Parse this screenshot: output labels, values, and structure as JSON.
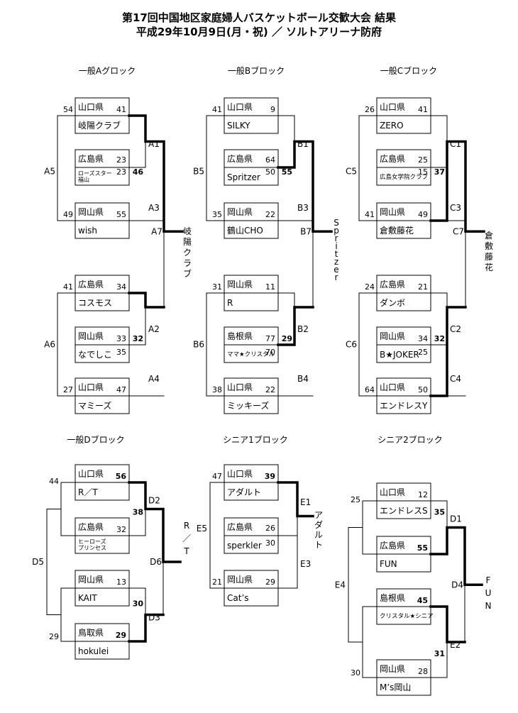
{
  "header": {
    "title": "第17回中国地区家庭婦人バスケットボール交歓大会 結果",
    "subtitle": "平成29年10月9日(月・祝) ／ ソルトアリーナ防府"
  },
  "blocks": [
    {
      "id": "A",
      "title": "一般Aグロック",
      "teams": [
        {
          "pref": "山口県",
          "name": "岐陽クラブ"
        },
        {
          "pref": "広島県",
          "name": "ローズスター\n福山",
          "small": true
        },
        {
          "pref": "岡山県",
          "name": "wish"
        },
        {
          "pref": "広島県",
          "name": "コスモス"
        },
        {
          "pref": "岡山県",
          "name": "なでしこ"
        },
        {
          "pref": "山口県",
          "name": "マミーズ"
        }
      ],
      "scores": {
        "t1_m1": "41",
        "t2_m1": "23",
        "t2_m3": "23",
        "m1_m3": "46",
        "t3_m3": "55",
        "t4_m2": "34",
        "t5_m2": "33",
        "m2_m4": "32",
        "t5_m4": "35",
        "t6_m4": "47",
        "o1": "54",
        "o2": "49",
        "o3": "41",
        "o4": "27"
      },
      "labels": {
        "m1": "A1",
        "m3": "A3",
        "m2": "A2",
        "m4": "A4",
        "l1": "A5",
        "l2": "A6",
        "f": "A7"
      },
      "champion": "岐陽クラブ"
    },
    {
      "id": "B",
      "title": "一般Bブロック",
      "teams": [
        {
          "pref": "山口県",
          "name": "SILKY"
        },
        {
          "pref": "広島県",
          "name": "Spritzer"
        },
        {
          "pref": "岡山県",
          "name": "鶴山CHO"
        },
        {
          "pref": "岡山県",
          "name": "R"
        },
        {
          "pref": "島根県",
          "name": "ママ★クリスタル",
          "small": true
        },
        {
          "pref": "山口県",
          "name": "ミッキーズ"
        }
      ],
      "scores": {
        "t1_m1": "9",
        "t2_m1": "64",
        "t2_m3": "50",
        "m1_m3": "55",
        "t3_m3": "22",
        "t4_m2": "11",
        "t5_m2": "77",
        "m2_m4": "29",
        "t5_m4": "70",
        "t6_m4": "22",
        "o1": "41",
        "o2": "35",
        "o3": "31",
        "o4": "38"
      },
      "labels": {
        "m1": "B1",
        "m3": "B3",
        "m2": "B2",
        "m4": "B4",
        "l1": "B5",
        "l2": "B6",
        "f": "B7"
      },
      "champion": "Spritzer"
    },
    {
      "id": "C",
      "title": "一般Cブロック",
      "teams": [
        {
          "pref": "山口県",
          "name": "ZERO"
        },
        {
          "pref": "広島県",
          "name": "広島女学院クラブ",
          "small": true
        },
        {
          "pref": "岡山県",
          "name": "倉敷藤花"
        },
        {
          "pref": "広島県",
          "name": "ダンボ"
        },
        {
          "pref": "岡山県",
          "name": "B★JOKER"
        },
        {
          "pref": "山口県",
          "name": "エンドレスY"
        }
      ],
      "scores": {
        "t1_m1": "41",
        "t2_m1": "25",
        "t2_m3": "15",
        "m1_m3": "37",
        "t3_m3": "49",
        "t4_m2": "21",
        "t5_m2": "34",
        "m2_m4": "32",
        "t5_m4": "25",
        "t6_m4": "50",
        "o1": "26",
        "o2": "41",
        "o3": "24",
        "o4": "64"
      },
      "labels": {
        "m1": "C1",
        "m3": "C3",
        "m2": "C2",
        "m4": "C4",
        "l1": "C5",
        "l2": "C6",
        "f": "C7"
      },
      "champion": "倉敷藤花"
    },
    {
      "id": "D",
      "title": "一般Dブロック",
      "teams": [
        {
          "pref": "山口県",
          "name": "R／T"
        },
        {
          "pref": "広島県",
          "name": "ヒーローズ\nプリンセス",
          "small": true
        },
        {
          "pref": "岡山県",
          "name": "KAIT"
        },
        {
          "pref": "鳥取県",
          "name": "hokulei"
        }
      ],
      "scores": {
        "t1": "56",
        "t2": "32",
        "m1": "38",
        "t3": "13",
        "t4": "29",
        "m2": "30",
        "o1": "44",
        "o2": "29"
      },
      "labels": {
        "m1": "D2",
        "m2": "D3",
        "f": "D6",
        "l": "D5"
      },
      "champion": "R／T"
    },
    {
      "id": "E",
      "title": "シニア1ブロック",
      "teams": [
        {
          "pref": "山口県",
          "name": "アダルト"
        },
        {
          "pref": "広島県",
          "name": "sperkler"
        },
        {
          "pref": "岡山県",
          "name": "Cat’s"
        }
      ],
      "scores": {
        "t1": "39",
        "t2a": "26",
        "t2b": "30",
        "t3": "29",
        "o1": "47",
        "o2": "21"
      },
      "labels": {
        "m1": "E1",
        "m3": "E3",
        "l": "E5"
      },
      "champion": "アダルト"
    },
    {
      "id": "F",
      "title": "シニア2ブロック",
      "teams": [
        {
          "pref": "山口県",
          "name": "エンドレスS"
        },
        {
          "pref": "広島県",
          "name": "FUN"
        },
        {
          "pref": "島根県",
          "name": "クリスタル★シニア",
          "small": true
        },
        {
          "pref": "岡山県",
          "name": "M’s岡山"
        }
      ],
      "scores": {
        "t1": "12",
        "t2": "55",
        "m1": "35",
        "t3": "45",
        "t4": "28",
        "m2": "31",
        "o1": "25",
        "o2": "30"
      },
      "labels": {
        "m1": "D1",
        "m2": "E2",
        "f": "D4",
        "l": "E4"
      },
      "champion": "FUN"
    }
  ]
}
